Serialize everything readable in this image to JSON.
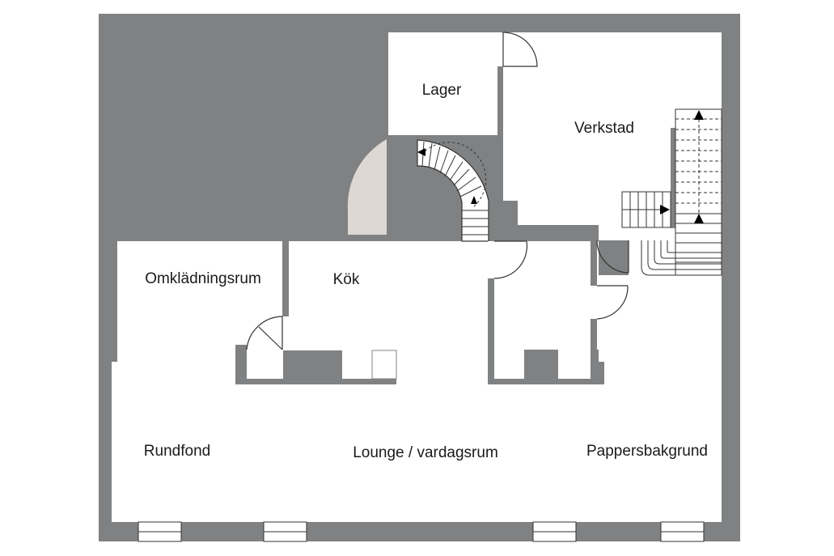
{
  "colors": {
    "wall": "#808182",
    "floor": "#ffffff",
    "stair_fill": "#ddd8d3",
    "stroke": "#333333"
  },
  "rooms": {
    "lager": "Lager",
    "verkstad": "Verkstad",
    "omkladningsrum": "Omklädningsrum",
    "kok": "Kök",
    "rundfond": "Rundfond",
    "lounge": "Lounge / vardagsrum",
    "pappersbakgrund": "Pappersbakgrund"
  }
}
